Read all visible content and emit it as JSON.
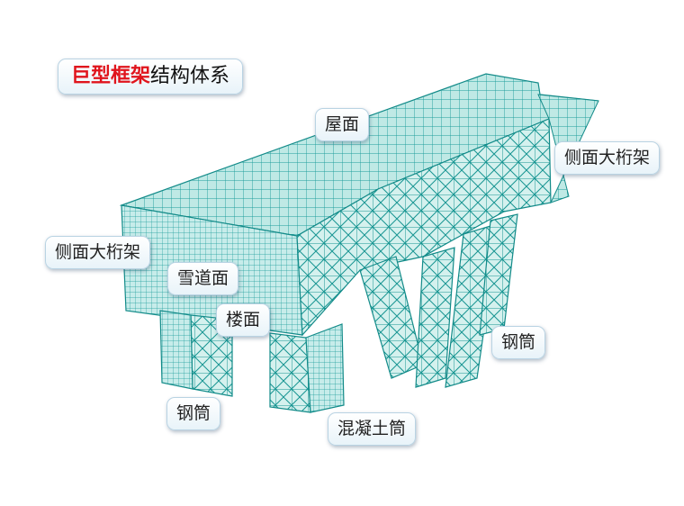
{
  "title": {
    "highlight": "巨型框架",
    "rest": "结构体系"
  },
  "labels": {
    "roof": "屋面",
    "side_truss_right": "侧面大桁架",
    "side_truss_left": "侧面大桁架",
    "snow_deck": "雪道面",
    "floor": "楼面",
    "steel_tube_right": "钢筒",
    "steel_tube_left": "钢筒",
    "concrete_tube": "混凝土筒"
  },
  "colors": {
    "structure": "#1aa7a5",
    "structure_fill": "#a8e3df",
    "title_highlight": "#e0141c"
  }
}
